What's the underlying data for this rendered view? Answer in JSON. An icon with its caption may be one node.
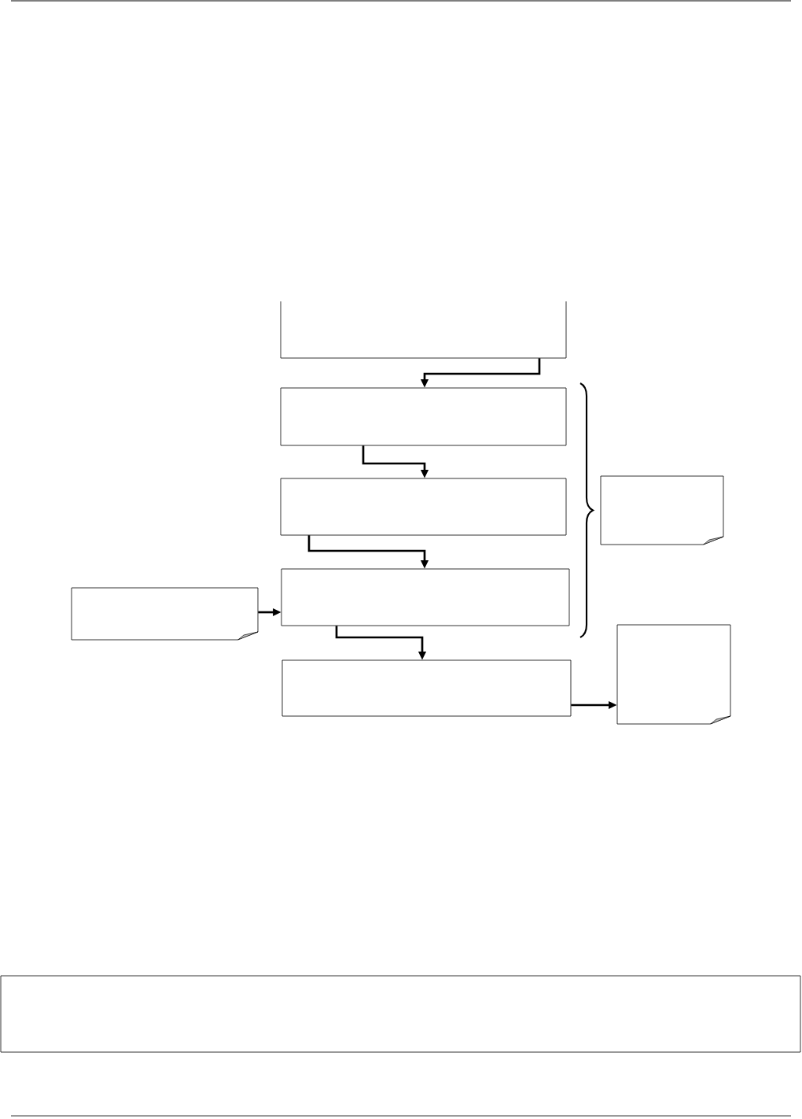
{
  "diagram": {
    "nodes": [
      {
        "text": [],
        "shape": "box"
      },
      {
        "text": [],
        "shape": "box"
      },
      {
        "text": [],
        "shape": "box"
      },
      {
        "text": [],
        "shape": "note"
      },
      {
        "text": [],
        "shape": "box"
      },
      {
        "text": [],
        "shape": "note"
      },
      {
        "text": [],
        "shape": "note"
      },
      {
        "text": [],
        "shape": "box"
      },
      {
        "text": [],
        "shape": "box"
      }
    ],
    "edges": [
      {
        "from": 0,
        "to": 1,
        "arrow": "to"
      },
      {
        "from": 1,
        "to": 2,
        "arrow": "to"
      },
      {
        "from": 2,
        "to": 4,
        "arrow": "to"
      },
      {
        "from": 5,
        "to": 4,
        "arrow": "to"
      },
      {
        "from": 4,
        "to": 7,
        "arrow": "to"
      },
      {
        "from": 7,
        "to": 6,
        "arrow": "to"
      }
    ]
  }
}
